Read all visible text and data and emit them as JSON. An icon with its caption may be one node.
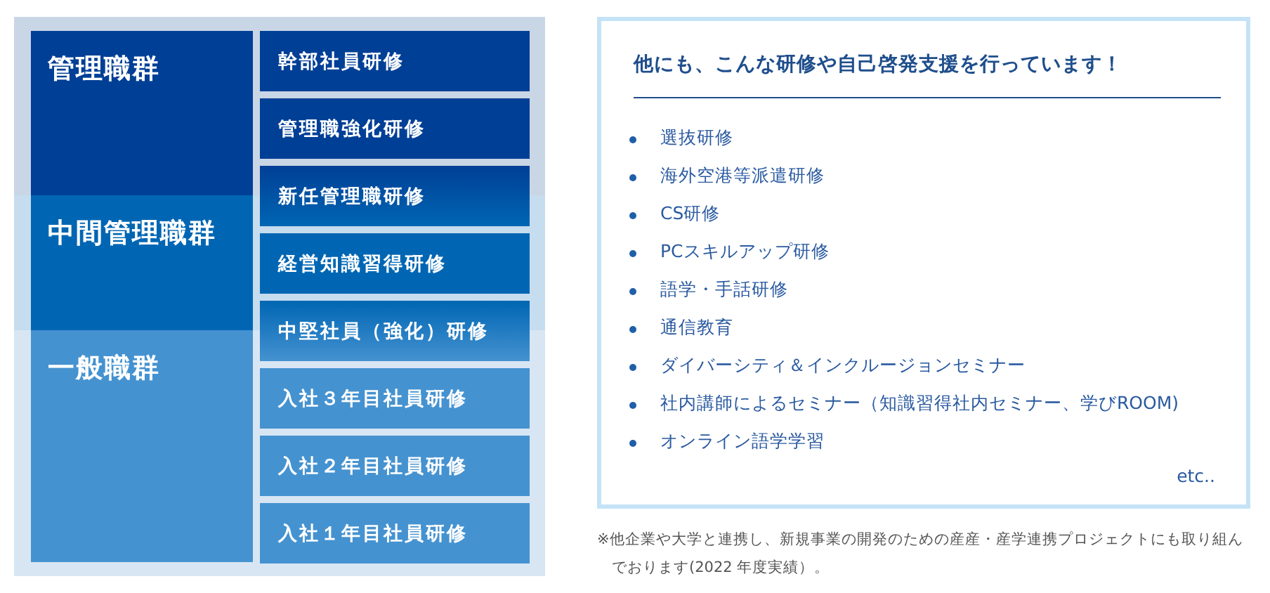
{
  "diagram": {
    "nodes": [
      {
        "text": [
          "管理職群"
        ]
      },
      {
        "text": [
          "中間管理職群"
        ]
      },
      {
        "text": [
          "一般職群"
        ]
      },
      {
        "text": [
          "幹部社員研修"
        ]
      },
      {
        "text": [
          "管理職強化研修"
        ]
      },
      {
        "text": [
          "新任管理職研修"
        ]
      },
      {
        "text": [
          "経営知識習得研修"
        ]
      },
      {
        "text": [
          "中堅社員（強化）研修"
        ]
      },
      {
        "text": [
          "入社３年目社員研修"
        ]
      },
      {
        "text": [
          "入社２年目社員研修"
        ]
      },
      {
        "text": [
          "入社１年目社員研修"
        ]
      },
      {
        "text": [
          "他にも、こんな研修や自己啓発支援を行っています！",
          "選抜研修",
          "海外空港等派遣研修",
          "CS研修",
          "PCスキルアップ研修",
          "語学・手話研修",
          "通信教育",
          "ダイバーシティ＆インクルージョンセミナー",
          "社内講師によるセミナー（知識習得社内セミナー、学びROOM)",
          "オンライン語学学習",
          "etc.."
        ]
      }
    ],
    "edges": [],
    "caption": "※他企業や大学と連携し、新規事業の開発のための産産・産学連携プロジェクトにも取り組んでおります(2022 年度実績）。"
  }
}
